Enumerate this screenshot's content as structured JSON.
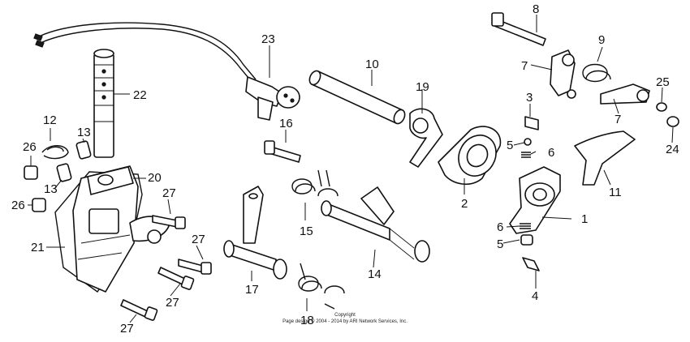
{
  "parts": [
    {
      "id": "p1",
      "label": "1"
    },
    {
      "id": "p2",
      "label": "2"
    },
    {
      "id": "p3",
      "label": "3"
    },
    {
      "id": "p4",
      "label": "4"
    },
    {
      "id": "p5a",
      "label": "5"
    },
    {
      "id": "p5b",
      "label": "5"
    },
    {
      "id": "p6a",
      "label": "6"
    },
    {
      "id": "p6b",
      "label": "6"
    },
    {
      "id": "p7a",
      "label": "7"
    },
    {
      "id": "p7b",
      "label": "7"
    },
    {
      "id": "p8",
      "label": "8"
    },
    {
      "id": "p9",
      "label": "9"
    },
    {
      "id": "p10",
      "label": "10"
    },
    {
      "id": "p11",
      "label": "11"
    },
    {
      "id": "p12",
      "label": "12"
    },
    {
      "id": "p13a",
      "label": "13"
    },
    {
      "id": "p13b",
      "label": "13"
    },
    {
      "id": "p14",
      "label": "14"
    },
    {
      "id": "p15",
      "label": "15"
    },
    {
      "id": "p16",
      "label": "16"
    },
    {
      "id": "p17",
      "label": "17"
    },
    {
      "id": "p18",
      "label": "18"
    },
    {
      "id": "p19",
      "label": "19"
    },
    {
      "id": "p20",
      "label": "20"
    },
    {
      "id": "p21",
      "label": "21"
    },
    {
      "id": "p22",
      "label": "22"
    },
    {
      "id": "p23",
      "label": "23"
    },
    {
      "id": "p24",
      "label": "24"
    },
    {
      "id": "p25",
      "label": "25"
    },
    {
      "id": "p26a",
      "label": "26"
    },
    {
      "id": "p26b",
      "label": "26"
    },
    {
      "id": "p27a",
      "label": "27"
    },
    {
      "id": "p27b",
      "label": "27"
    },
    {
      "id": "p27c",
      "label": "27"
    },
    {
      "id": "p27d",
      "label": "27"
    },
    {
      "id": "p27e",
      "label": "27"
    }
  ],
  "copyright": {
    "line1": "Copyright",
    "line2": "Page design © 2004 - 2014 by ARI Network Services, Inc."
  }
}
